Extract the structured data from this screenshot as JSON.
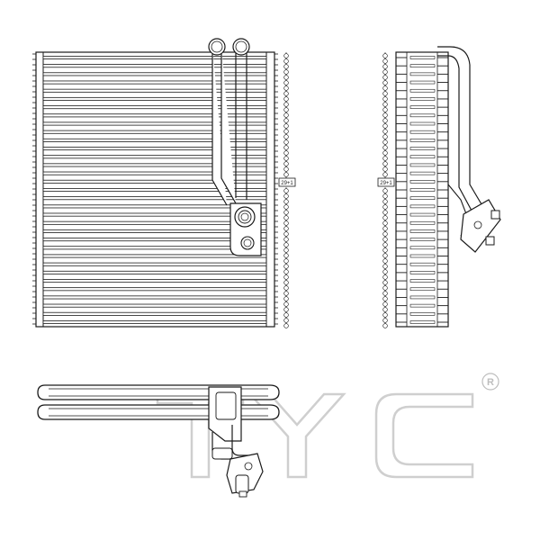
{
  "drawing": {
    "front_view": {
      "fin_count_label": "29+1",
      "plate_count": 29
    },
    "side_view": {
      "fin_count_label": "29+1",
      "plate_count": 29
    },
    "bottom_view": {}
  },
  "watermark": {
    "brand": "TYC",
    "registered_mark": "R",
    "color": "#cfcfcf"
  },
  "colors": {
    "line": "#1a1a1a",
    "bg": "#ffffff"
  }
}
